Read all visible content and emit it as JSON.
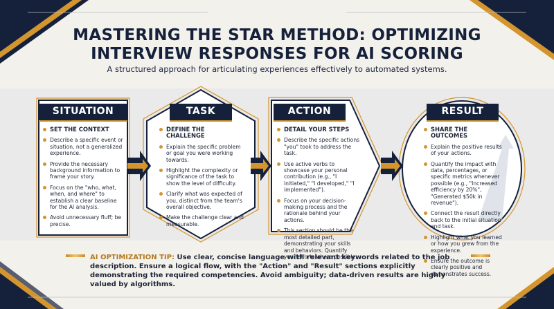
{
  "title_line1": "MASTERING THE STAR METHOD: OPTIMIZING",
  "title_line2": "INTERVIEW RESPONSES FOR AI SCORING",
  "subtitle": "A structured approach for articulating experiences effectively to automated systems.",
  "cards": [
    {
      "label": "SITUATION",
      "heading": "SET THE CONTEXT",
      "items": [
        "Describe a specific event or situation, not a generalized experience.",
        "Provide the necessary background information to frame your story.",
        "Focus on the \"who, what, when, and where\" to establish a clear baseline for the AI analysis.",
        "Avoid unnecessary fluff; be precise."
      ]
    },
    {
      "label": "TASK",
      "heading": "DEFINE THE CHALLENGE",
      "items": [
        "Explain the specific problem or goal you were working towards.",
        "Highlight the complexity or significance of the task to show the level of difficulty.",
        "Clarify what was expected of you, distinct from the team's overall objective.",
        "Make the challenge clear and measurable."
      ]
    },
    {
      "label": "ACTION",
      "heading": "DETAIL YOUR STEPS",
      "items": [
        "Describe the specific actions \"you\" took to address the task.",
        "Use active verbs to showcase your personal contribution (e.g., \"I initiated,\" \"I developed,\" \"I implemented\").",
        "Focus on your decision-making process and the rationale behind your actions.",
        "This section should be the most detailed part, demonstrating your skills and behaviors. Quantify your efforts where possible."
      ]
    },
    {
      "label": "RESULT",
      "heading": "SHARE THE OUTCOMES",
      "items": [
        "Explain the positive results of your actions.",
        "Quantify the impact with data, percentages, or specific metrics whenever possible (e.g., \"Increased efficiency by 20%\", \"Generated $50k in revenue\").",
        "Connect the result directly back to the initial situation and task.",
        "Highlight what you learned or how you grew from the experience.",
        "Ensure the outcome is clearly positive and demonstrates success."
      ]
    }
  ],
  "tip_label": "AI OPTIMIZATION TIP:",
  "tip_text": " Use clear, concise language with relevant keywords related to the job description. Ensure a logical flow, with the \"Action\" and \"Result\" sections explicitly demonstrating the required competencies. Avoid ambiguity; data-driven results are highly valued by algorithms.",
  "colors": {
    "navy": "#15203a",
    "gold": "#d3952c",
    "background": "#f3f1ec"
  }
}
